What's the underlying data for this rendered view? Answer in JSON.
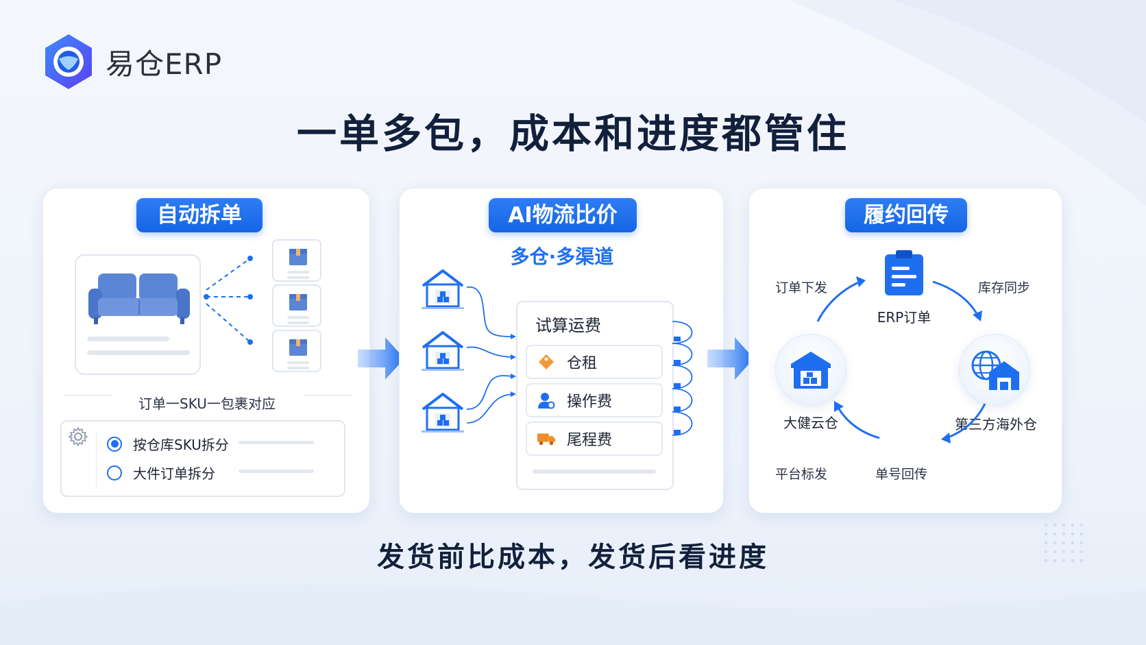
{
  "brand": {
    "name": "易仓ERP"
  },
  "headline": "一单多包，成本和进度都管住",
  "cards": {
    "split": {
      "title": "自动拆单",
      "caption": "订单一SKU一包裹对应",
      "options": [
        {
          "label": "按仓库SKU拆分",
          "selected": true
        },
        {
          "label": "大件订单拆分",
          "selected": false
        }
      ]
    },
    "compare": {
      "title": "AI物流比价",
      "subtitle": "多仓·多渠道",
      "calc_title": "试算运费",
      "fees": [
        {
          "label": "仓租",
          "icon": "tag-icon"
        },
        {
          "label": "操作费",
          "icon": "worker-icon"
        },
        {
          "label": "尾程费",
          "icon": "truck-icon"
        }
      ]
    },
    "fulfill": {
      "title": "履约回传",
      "nodes": {
        "erp": "ERP订单",
        "warehouse": "大健云仓",
        "overseas": "第三方海外仓"
      },
      "steps": {
        "top_left": "订单下发",
        "top_right": "库存同步",
        "bottom_right": "单号回传",
        "bottom_left": "平台标发"
      }
    }
  },
  "footer": "发货前比成本，发货后看进度",
  "colors": {
    "accent": "#1e6ff0",
    "title": "#13203c"
  }
}
